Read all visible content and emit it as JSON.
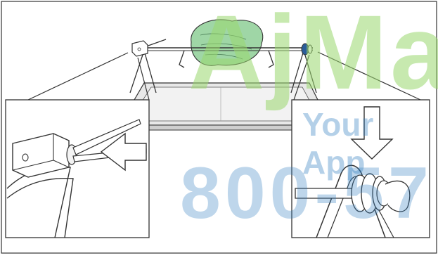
{
  "watermark": {
    "top": "AjMa",
    "middle": "Your App",
    "bottom": "800-57"
  },
  "colors": {
    "line": "#222222",
    "food": "#9fd6a6",
    "frame": "#444444",
    "tray": "#dcdcdc",
    "watermark_green": "#9bd86f",
    "watermark_blue": "#2b7bbf"
  },
  "icons": {
    "spit_fork_detail": "magnified-left-fork",
    "spit_end_detail": "magnified-right-end",
    "arrow_push_left": "arrow-left-outline",
    "arrow_down": "arrow-down-outline"
  }
}
